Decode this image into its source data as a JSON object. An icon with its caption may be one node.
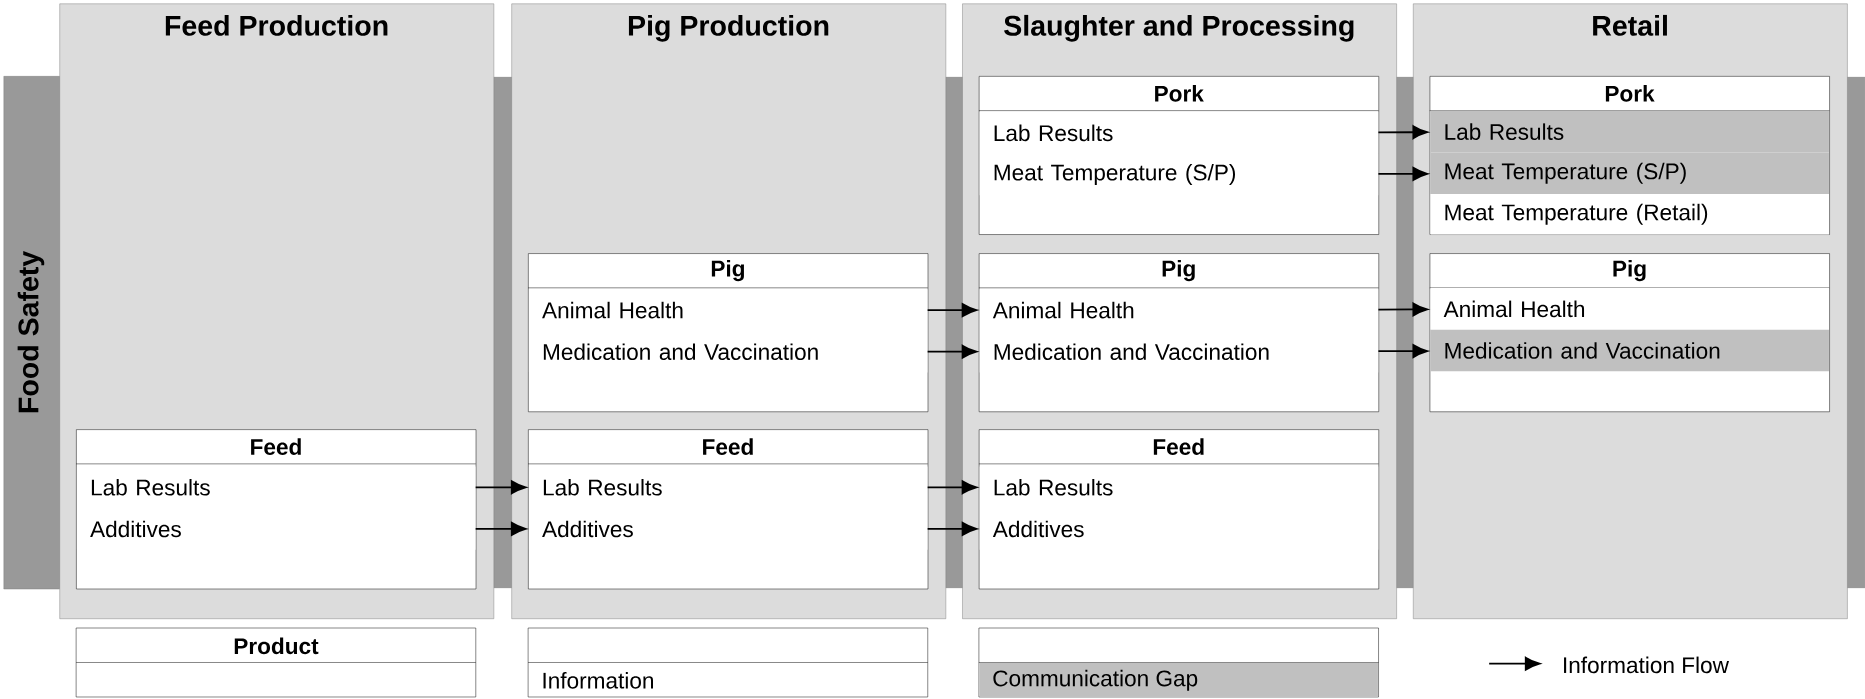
{
  "diagram": {
    "nodes": [
      {
        "text": [
          "Food Safety"
        ]
      },
      {
        "text": [
          "Feed Production"
        ]
      },
      {
        "text": [
          "Pig Production"
        ]
      },
      {
        "text": [
          "Slaughter and Processing"
        ]
      },
      {
        "text": [
          "Retail"
        ]
      },
      {
        "text": [
          "Feed"
        ],
        "in": 1
      },
      {
        "text": [
          "Lab Results"
        ],
        "in": 5
      },
      {
        "text": [
          "Additives"
        ],
        "in": 5
      },
      {
        "text": [
          "Pig"
        ],
        "in": 2
      },
      {
        "text": [
          "Animal Health"
        ],
        "in": 8
      },
      {
        "text": [
          "Medication and Vaccination"
        ],
        "in": 8
      },
      {
        "text": [
          "Feed"
        ],
        "in": 2
      },
      {
        "text": [
          "Lab Results"
        ],
        "in": 11
      },
      {
        "text": [
          "Additives"
        ],
        "in": 11
      },
      {
        "text": [
          "Pork"
        ],
        "in": 3
      },
      {
        "text": [
          "Lab Results"
        ],
        "in": 14
      },
      {
        "text": [
          "Meat Temperature (S/P)"
        ],
        "in": 14
      },
      {
        "text": [
          "Pig"
        ],
        "in": 3
      },
      {
        "text": [
          "Animal Health"
        ],
        "in": 17
      },
      {
        "text": [
          "Medication and Vaccination"
        ],
        "in": 17
      },
      {
        "text": [
          "Feed"
        ],
        "in": 3
      },
      {
        "text": [
          "Lab Results"
        ],
        "in": 20
      },
      {
        "text": [
          "Additives"
        ],
        "in": 20
      },
      {
        "text": [
          "Pork"
        ],
        "in": 4
      },
      {
        "text": [
          "Lab Results"
        ],
        "in": 23
      },
      {
        "text": [
          "Meat Temperature (S/P)"
        ],
        "in": 23
      },
      {
        "text": [
          "Meat Temperature (Retail)"
        ],
        "in": 23
      },
      {
        "text": [
          "Pig"
        ],
        "in": 4
      },
      {
        "text": [
          "Animal Health"
        ],
        "in": 27
      },
      {
        "text": [
          "Medication and Vaccination"
        ],
        "in": 27
      }
    ],
    "edges": [
      {
        "from": 6,
        "to": 12,
        "arrow": "to"
      },
      {
        "from": 7,
        "to": 13,
        "arrow": "to"
      },
      {
        "from": 9,
        "to": 18,
        "arrow": "to"
      },
      {
        "from": 10,
        "to": 19,
        "arrow": "to"
      },
      {
        "from": 12,
        "to": 21,
        "arrow": "to"
      },
      {
        "from": 13,
        "to": 22,
        "arrow": "to"
      },
      {
        "from": 15,
        "to": 24,
        "arrow": "to"
      },
      {
        "from": 16,
        "to": 25,
        "arrow": "to"
      },
      {
        "from": 18,
        "to": 28,
        "arrow": "to"
      },
      {
        "from": 19,
        "to": 29,
        "arrow": "to"
      }
    ],
    "legend": [
      {
        "text": "Product"
      },
      {
        "text": "Information"
      },
      {
        "text": "Communication Gap",
        "color": "#c0c0c0"
      },
      {
        "text": "Information Flow"
      }
    ]
  }
}
